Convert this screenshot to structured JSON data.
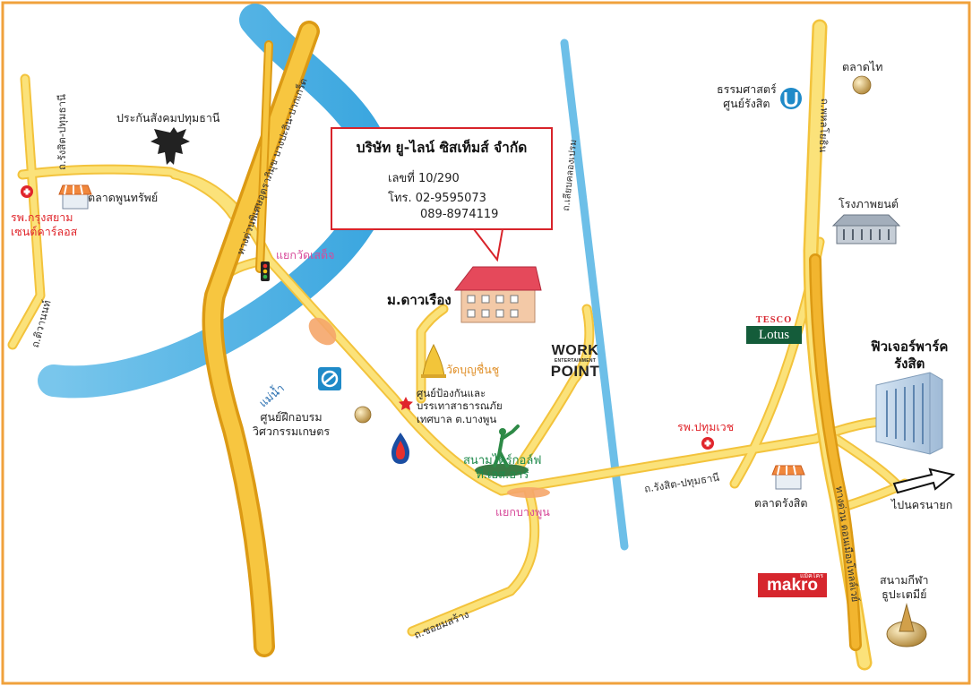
{
  "company": {
    "name": "บริษัท ยู-ไลน์ ซิสเท็มส์ จำกัด",
    "address": "เลขที่ 10/290",
    "phone1": "โทร. 02-9595073",
    "phone2": "089-8974119"
  },
  "places": {
    "society": "ประกันสังคมปทุมธานี",
    "market_pun": "ตลาดพูนทรัพย์",
    "hospital_krung": "รพ.กรุงสยาม\nเซนต์คาร์ลอส",
    "intersection_wat": "แยกวัดเสด็จ",
    "village": "ม.ดาวเรือง",
    "wat_boon": "วัดบุญชื่นชู",
    "disaster_center": "ศูนย์ป้องกันและ\nบรรเทาสาธารณภัย\nเทศบาล ต.บางพูน",
    "agri_center": "ศูนย์ฝึกอบรม\nวิศวกรรมเกษตร",
    "golf": "สนามไดร์กอล์ฟ\nที.เอส.อาร์",
    "intersection_bangpoon": "แยกบางพูน",
    "hospital_pathumvej": "รพ.ปทุมเวช",
    "market_rangsit": "ตลาดรังสิต",
    "thammasat": "ธรรมศาสตร์\nศูนย์รังสิต",
    "market_thai": "ตลาดไท",
    "cinema": "โรงภาพยนต์",
    "future_park": "ฟิวเจอร์พาร์ค\nรังสิต",
    "to_nakhon_nayok": "ไปนครนายก",
    "stadium": "สนามกีฬา\nธูปะเตมีย์",
    "river": "แม่น้ำ"
  },
  "roads": {
    "rangsit_pathum_left": "ถ.รังสิต-ปทุมธานี",
    "tiwanon": "ถ.ติวานนท์",
    "expressway": "ทางด่วนพิเศษอุตราภิมุข บางปะอิน-ปากเกร็ด",
    "liab_khlong": "ถ.เลียบคลองเปรม",
    "rangsit_pathum_right": "ถ.รังสิต-ปทุมธานี",
    "phahonyothin": "ถ.พหลโยธิน",
    "don_mueang_tollway": "ทางด่วน ดอนเมืองโทลล์เวย์",
    "soi_msang": "ถ.ซอยมสร้าง"
  },
  "logos": {
    "tesco_top": "TESCO",
    "tesco_bottom": "Lotus",
    "makro": "makro",
    "makro_small": "แม็คโคร",
    "work_top": "WORK",
    "work_mid": "ENTERTAINMENT",
    "work_bottom": "POINT"
  },
  "colors": {
    "frame": "#f0a23c",
    "road": "#fbe27a",
    "road_edge": "#f3c33c",
    "highway": "#f2b52f",
    "highway_edge": "#dc9a14",
    "river": "#5cb7e6",
    "callout_border": "#d8232a"
  }
}
